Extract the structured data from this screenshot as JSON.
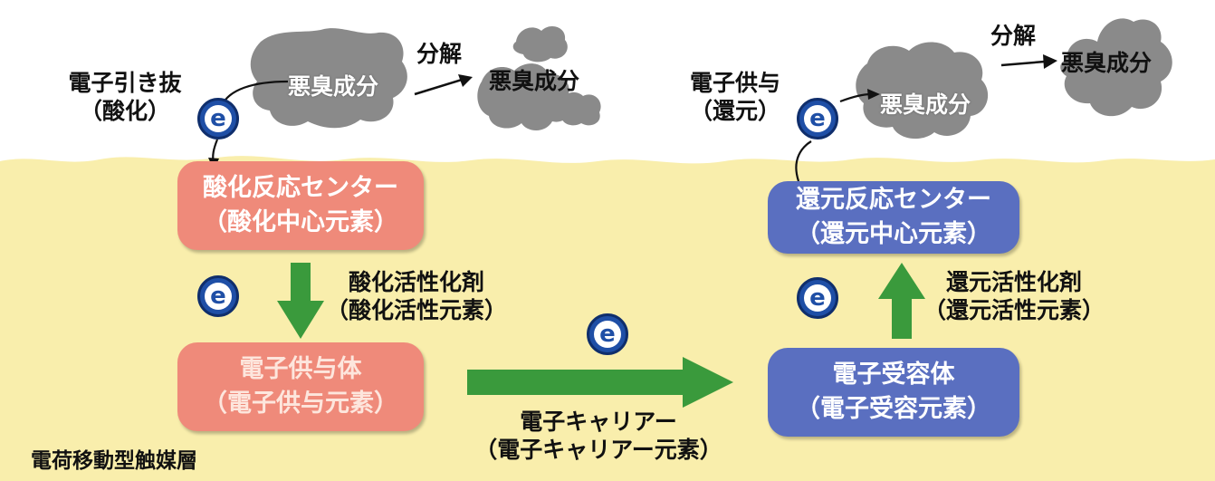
{
  "diagram": {
    "left": {
      "extraction_label_line1": "電子引き抜",
      "extraction_label_line2": "（酸化）",
      "odor_molecule": "悪臭成分",
      "decompose_label": "分解",
      "decomposed_odor": "悪臭成分",
      "oxidation_center_line1": "酸化反応センター",
      "oxidation_center_line2": "（酸化中心元素）",
      "activator_line1": "酸化活性化剤",
      "activator_line2": "（酸化活性元素）",
      "donor_line1": "電子供与体",
      "donor_line2": "（電子供与元素）"
    },
    "middle": {
      "carrier_line1": "電子キャリアー",
      "carrier_line2": "（電子キャリアー元素）"
    },
    "right": {
      "donation_label_line1": "電子供与",
      "donation_label_line2": "（還元）",
      "odor_molecule": "悪臭成分",
      "decompose_label": "分解",
      "decomposed_odor": "悪臭成分",
      "reduction_center_line1": "還元反応センター",
      "reduction_center_line2": "（還元中心元素）",
      "activator_line1": "還元活性化剤",
      "activator_line2": "（還元活性元素）",
      "acceptor_line1": "電子受容体",
      "acceptor_line2": "（電子受容元素）"
    },
    "electron_symbol": "e",
    "layer_label": "電荷移動型触媒層",
    "colors": {
      "layer": "#f9eeac",
      "oxidation_box": "#ef8a7a",
      "reduction_box": "#5a6fc0",
      "arrow_green": "#3a9a3c",
      "electron": "#1f4fa6",
      "odor_cloud": "#8a8a8a"
    }
  }
}
